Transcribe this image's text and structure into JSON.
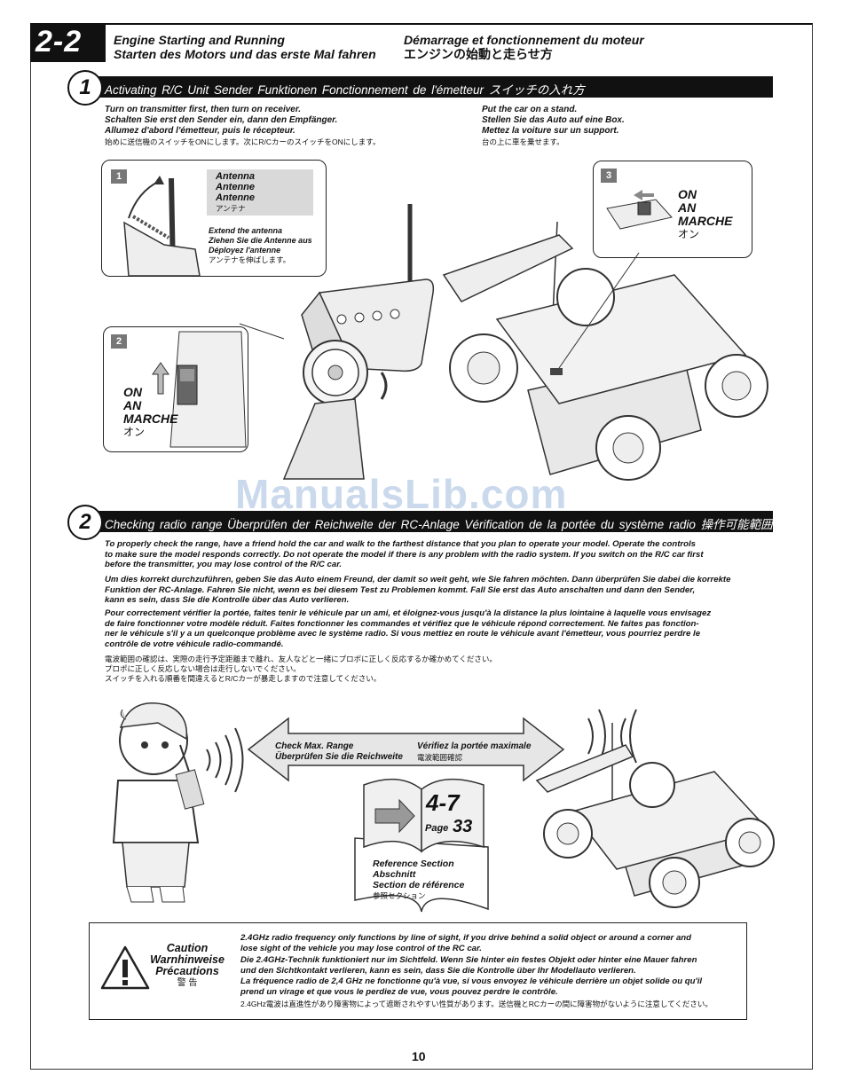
{
  "header": {
    "section_number": "2-2",
    "title_en": "Engine Starting and Running",
    "title_de": "Starten des Motors und das erste Mal fahren",
    "title_fr": "Démarrage et fonctionnement du moteur",
    "title_jp": "エンジンの始動と走らせ方"
  },
  "step1": {
    "number": "1",
    "title": "Activating R/C Unit   Sender Funktionen   Fonctionnement de l'émetteur   スイッチの入れ方",
    "instructions_left": [
      "Turn on transmitter first, then turn on receiver.",
      "Schalten Sie erst den Sender ein, dann den Empfänger.",
      "Allumez d'abord l'émetteur, puis le récepteur.",
      "始めに送信機のスイッチをONにします。次にR/CカーのスイッチをONにします。"
    ],
    "instructions_right": [
      "Put the car on a stand.",
      "Stellen Sie das Auto auf eine Box.",
      "Mettez la voiture sur un support.",
      "台の上に車を乗せます。"
    ],
    "inset1": {
      "badge": "1",
      "antenna_label": [
        "Antenna",
        "Antenne",
        "Antenne",
        "アンテナ"
      ],
      "extend_label": [
        "Extend the antenna",
        "Ziehen Sie die Antenne aus",
        "Déployez l'antenne",
        "アンテナを伸ばします。"
      ]
    },
    "inset2": {
      "badge": "2",
      "on_label": [
        "ON",
        "AN",
        "MARCHE",
        "オン"
      ]
    },
    "inset3": {
      "badge": "3",
      "on_label": [
        "ON",
        "AN",
        "MARCHE",
        "オン"
      ]
    }
  },
  "watermark": "ManualsLib.com",
  "step2": {
    "number": "2",
    "title": "Checking radio range   Überprüfen der Reichweite der RC-Anlage   Vérification de la portée du système radio   操作可能範囲の確認",
    "paragraphs": [
      [
        "To properly check the range, have a friend hold the car and walk to the farthest distance that you plan to operate your model. Operate the controls",
        "to make sure the model responds correctly. Do not operate the model if there is any problem with the radio system. If you switch on the R/C car first",
        "before the transmitter, you may lose control of the R/C car."
      ],
      [
        "Um dies korrekt durchzuführen, geben Sie das Auto einem Freund, der damit so weit geht, wie Sie fahren möchten. Dann überprüfen Sie dabei die korrekte",
        "Funktion der RC-Anlage. Fahren Sie nicht, wenn es bei diesem Test zu Problemen kommt. Fall Sie erst das Auto anschalten und dann den Sender,",
        "kann es sein, dass Sie die Kontrolle über das Auto verlieren."
      ],
      [
        "Pour correctement vérifier la portée, faites tenir le véhicule par un ami, et éloignez-vous jusqu'à la distance la plus lointaine à laquelle vous envisagez",
        "de faire fonctionner votre modèle réduit. Faites fonctionner les commandes et vérifiez que le véhicule répond correctement. Ne faites pas fonction-",
        "ner le véhicule s'il y a un quelconque problème avec le système radio. Si vous mettiez en route le véhicule avant l'émetteur, vous pourriez perdre le",
        "contrôle de votre véhicule radio-commandé."
      ],
      [
        "電波範囲の確認は、実際の走行予定距離まで離れ、友人などと一緒にプロポに正しく反応するか確かめてください。",
        "プロポに正しく反応しない場合は走行しないでください。",
        "スイッチを入れる順番を間違えるとR/Cカーが暴走しますので注意してください。"
      ]
    ],
    "arrow_left": [
      "Check Max. Range",
      "Überprüfen Sie die Reichweite"
    ],
    "arrow_right": [
      "Vérifiez la portée maximale",
      "電波範囲確認"
    ],
    "book": {
      "section": "4-7",
      "page_label": "Page",
      "page_number": "33",
      "reference": [
        "Reference Section",
        "Abschnitt",
        "Section de référence",
        "参照セクション"
      ]
    }
  },
  "caution": {
    "labels": [
      "Caution",
      "Warnhinweise",
      "Précautions",
      "警 告"
    ],
    "lines": [
      "2.4GHz radio frequency only functions by line of sight, if you drive behind a solid object or around a corner and",
      "lose sight of the vehicle you may lose control of the RC car.",
      "Die 2.4GHz-Technik funktioniert nur im Sichtfeld. Wenn Sie hinter ein festes Objekt oder hinter eine Mauer fahren",
      "und den Sichtkontakt verlieren, kann es sein, dass Sie die Kontrolle über Ihr Modellauto verlieren.",
      "La fréquence radio de 2,4 GHz ne fonctionne qu'à vue, si vous envoyez le véhicule derrière un objet solide ou qu'il",
      "prend un virage et que vous le perdiez de vue, vous pouvez perdre le contrôle.",
      "2.4GHz電波は直進性があり障害物によって遮断されやすい性質があります。送信機とRCカーの間に障害物がないように注意してください。"
    ]
  },
  "page_number": "10",
  "colors": {
    "bar": "#111111",
    "label_grey": "#d9d9d9",
    "badge_grey": "#777777",
    "watermark": "#8caad7"
  }
}
